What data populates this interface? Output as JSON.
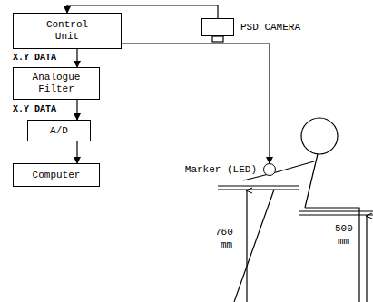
{
  "diagram": {
    "nodes": [
      {
        "text": [
          "Control Unit"
        ]
      },
      {
        "text": [
          "PSD CAMERA"
        ]
      },
      {
        "text": [
          "Analogue Filter"
        ]
      },
      {
        "text": [
          "A/D"
        ]
      },
      {
        "text": [
          "Computer"
        ]
      },
      {
        "text": [
          "Marker (LED)"
        ]
      }
    ],
    "edges": [
      {
        "from": 1,
        "to": 0,
        "arrow": "to"
      },
      {
        "from": 0,
        "to": 2,
        "label": "X.Y DATA",
        "arrow": "to"
      },
      {
        "from": 2,
        "to": 3,
        "label": "X.Y DATA",
        "arrow": "to"
      },
      {
        "from": 3,
        "to": 4,
        "arrow": "to"
      },
      {
        "from": 0,
        "to": 5,
        "arrow": "to"
      }
    ],
    "labels": [
      "760",
      "mm",
      "500",
      "mm"
    ]
  }
}
